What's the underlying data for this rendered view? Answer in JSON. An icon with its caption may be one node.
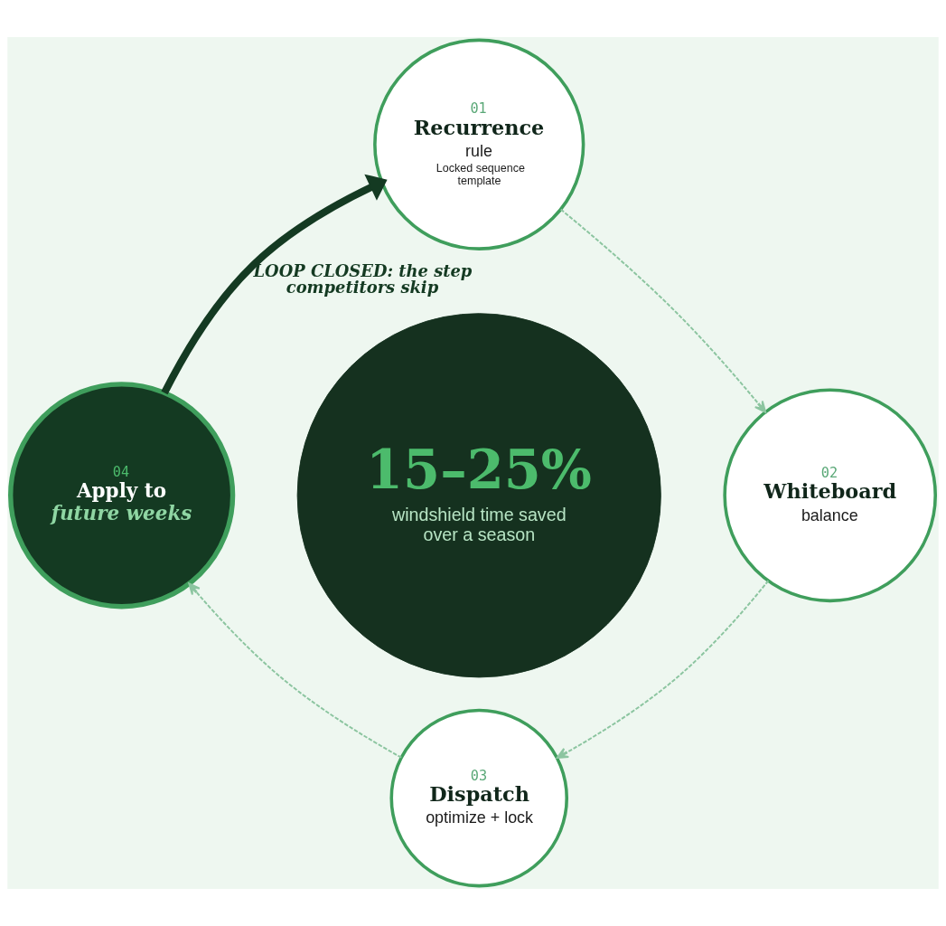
{
  "diagram": {
    "nodes": [
      {
        "text": [
          "01",
          "Recurrence",
          "rule",
          "Locked sequence template"
        ]
      },
      {
        "text": [
          "02",
          "Whiteboard",
          "balance"
        ]
      },
      {
        "text": [
          "03",
          "Dispatch",
          "optimize + lock"
        ]
      },
      {
        "text": [
          "04",
          "Apply to",
          "future weeks"
        ]
      },
      {
        "text": [
          "15–25%",
          "windshield time saved over a season"
        ]
      }
    ],
    "edges": [
      {
        "from": 0,
        "to": 1,
        "arrow": "to",
        "style": "dashed"
      },
      {
        "from": 1,
        "to": 2,
        "arrow": "to",
        "style": "dashed"
      },
      {
        "from": 2,
        "to": 3,
        "arrow": "to",
        "style": "dashed"
      },
      {
        "from": 3,
        "to": 0,
        "arrow": "to",
        "style": "thick",
        "color": "#143a22",
        "label": "LOOP CLOSED: the step competitors skip"
      }
    ]
  }
}
